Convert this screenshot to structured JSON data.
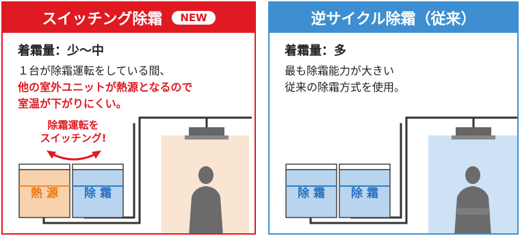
{
  "left": {
    "title": "スイッチング除霜",
    "badge": "NEW",
    "frost_amount": "着霜量：少～中",
    "line1": "１台が除霜運転をしている間、",
    "line2": "他の室外ユニットが熱源となるので",
    "line3": "室温が下がりにくい。",
    "switch_label": "除霜運転を スイッチング!",
    "unit1_label": "熱 源",
    "unit2_label": "除 霜"
  },
  "right": {
    "title": "逆サイクル除霜（従来）",
    "frost_amount": "着霜量：多",
    "line1": "最も除霜能力が大きい",
    "line2": "従来の除霜方式を使用。",
    "unit1_label": "除 霜",
    "unit2_label": "除 霜"
  },
  "colors": {
    "red": "#e01a22",
    "blue": "#3d8fd1",
    "heat_unit": "#f7d2ad",
    "defrost_unit": "#b8d4ee",
    "room_warm": "#fae4d2",
    "room_cool": "#cde3f5"
  }
}
